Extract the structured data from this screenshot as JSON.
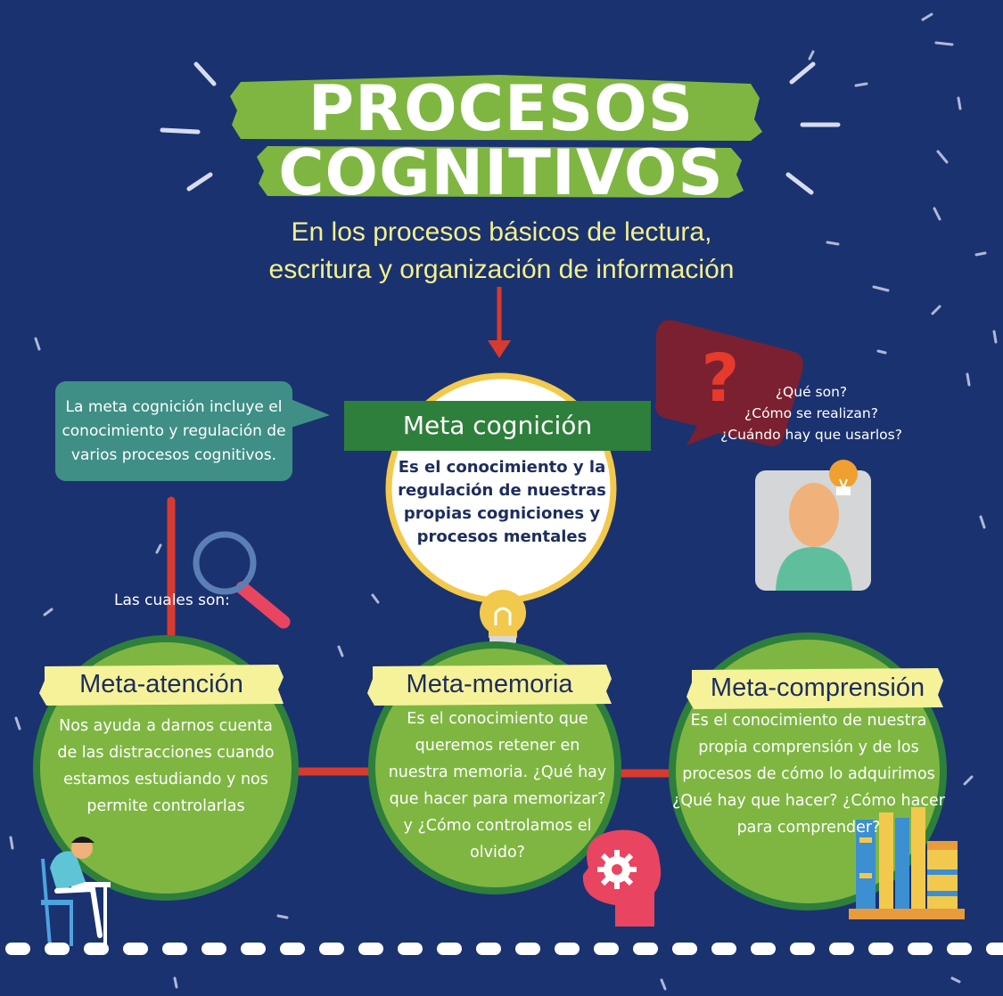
{
  "title": {
    "line1": "PROCESOS",
    "line2": "COGNITIVOS"
  },
  "subtitle": {
    "line1": "En los procesos básicos de lectura,",
    "line2": "escritura y organización de información"
  },
  "speech_bubble": {
    "text": "La meta cognición incluye el conocimiento y regulación de varios procesos cognitivos."
  },
  "questions": {
    "q1": "¿Qué son?",
    "q2": "¿Cómo se realizan?",
    "q3": "¿Cuándo hay que usarlos?"
  },
  "center": {
    "label": "Meta cognición",
    "description": "Es el conocimiento y la regulación de nuestras propias cogniciones y procesos mentales"
  },
  "connector_label": "Las cuales son:",
  "types": [
    {
      "label": "Meta-atención",
      "description": "Nos ayuda a darnos cuenta de las distracciones cuando estamos estudiando y nos permite controlarlas"
    },
    {
      "label": "Meta-memoria",
      "description": "Es el conocimiento que queremos retener en nuestra memoria. ¿Qué hay que hacer para memorizar? y ¿Cómo controlamos el olvido?"
    },
    {
      "label": "Meta-comprensión",
      "description": "Es el conocimiento de nuestra propia comprensión y de los procesos de cómo lo adquirimos ¿Qué hay que hacer? ¿Cómo hacer para comprender?"
    }
  ],
  "icons": [
    "question-bubble-icon",
    "person-avatar-icon",
    "lightbulb-icon",
    "magnifier-icon",
    "student-desk-icon",
    "head-gear-icon",
    "books-icon"
  ],
  "colors": {
    "background": "#1b3270",
    "green": "#7fb642",
    "dark_green": "#2e7f3b",
    "yellow": "#f6f29a",
    "red": "#d93a30",
    "teal": "#3f8f86",
    "maroon": "#7b2030"
  }
}
